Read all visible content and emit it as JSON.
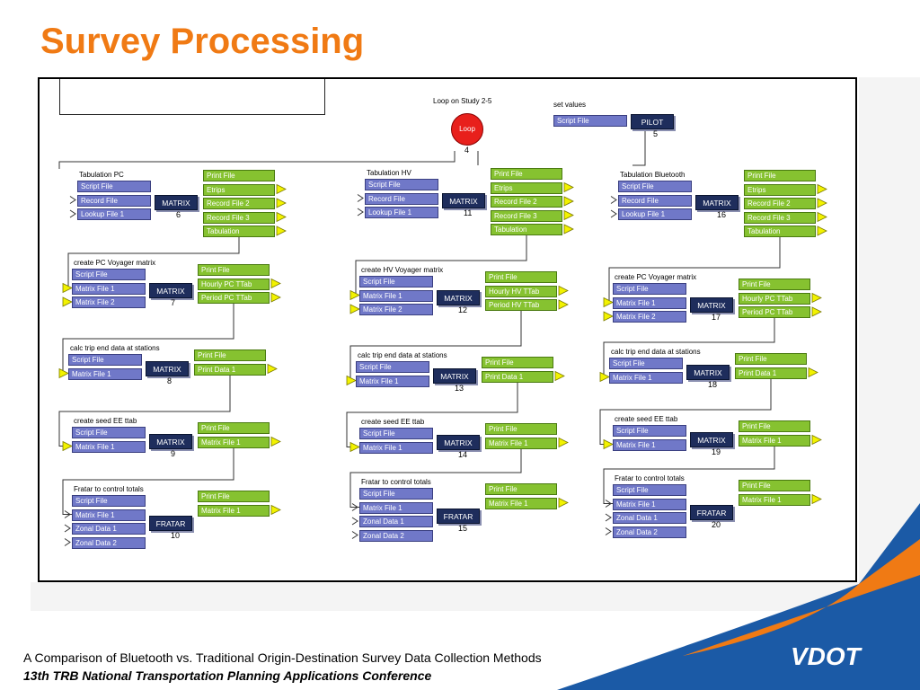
{
  "title": "Survey Processing",
  "footer": {
    "line1": "A Comparison of Bluetooth vs. Traditional Origin-Destination Survey Data Collection Methods",
    "line2": "13th TRB National Transportation Planning Applications Conference"
  },
  "logo": "VDOT",
  "colors": {
    "title": "#f07a14",
    "input_box": "#7078c8",
    "output_box": "#86c230",
    "program_box": "#1e2d5c",
    "loop": "#e8201c",
    "logo_blue": "#1b5aa6"
  },
  "loop": {
    "caption": "Loop on Study 2-5",
    "label": "Loop",
    "number": "4"
  },
  "set_values": {
    "caption": "set values",
    "input": "Script File",
    "program": "PILOT",
    "number": "5"
  },
  "columns": [
    [
      {
        "caption": "Tabulation PC",
        "inputs": [
          "Script File",
          "Record File",
          "Lookup File 1"
        ],
        "program": "MATRIX",
        "number": "6",
        "outputs": [
          "Print File",
          "Etrips",
          "Record File 2",
          "Record File 3",
          "Tabulation"
        ]
      },
      {
        "caption": "create PC Voyager matrix",
        "inputs": [
          "Script File",
          "Matrix File 1",
          "Matrix File 2"
        ],
        "program": "MATRIX",
        "number": "7",
        "outputs": [
          "Print File",
          "Hourly PC TTab",
          "Period PC TTab"
        ]
      },
      {
        "caption": "calc trip end data at stations",
        "inputs": [
          "Script File",
          "Matrix File 1"
        ],
        "program": "MATRIX",
        "number": "8",
        "outputs": [
          "Print File",
          "Print Data 1"
        ]
      },
      {
        "caption": "create seed EE ttab",
        "inputs": [
          "Script File",
          "Matrix File 1"
        ],
        "program": "MATRIX",
        "number": "9",
        "outputs": [
          "Print File",
          "Matrix File 1"
        ]
      },
      {
        "caption": "Fratar to control totals",
        "inputs": [
          "Script File",
          "Matrix File 1",
          "Zonal Data 1",
          "Zonal Data 2"
        ],
        "program": "FRATAR",
        "number": "10",
        "outputs": [
          "Print File",
          "Matrix File 1"
        ]
      }
    ],
    [
      {
        "caption": "Tabulation HV",
        "inputs": [
          "Script File",
          "Record File",
          "Lookup File 1"
        ],
        "program": "MATRIX",
        "number": "11",
        "outputs": [
          "Print File",
          "Etrips",
          "Record File 2",
          "Record File 3",
          "Tabulation"
        ]
      },
      {
        "caption": "create HV Voyager matrix",
        "inputs": [
          "Script File",
          "Matrix File 1",
          "Matrix File 2"
        ],
        "program": "MATRIX",
        "number": "12",
        "outputs": [
          "Print File",
          "Hourly HV TTab",
          "Period HV TTab"
        ]
      },
      {
        "caption": "calc trip end data at stations",
        "inputs": [
          "Script File",
          "Matrix File 1"
        ],
        "program": "MATRIX",
        "number": "13",
        "outputs": [
          "Print File",
          "Print Data 1"
        ]
      },
      {
        "caption": "create seed EE ttab",
        "inputs": [
          "Script File",
          "Matrix File 1"
        ],
        "program": "MATRIX",
        "number": "14",
        "outputs": [
          "Print File",
          "Matrix File 1"
        ]
      },
      {
        "caption": "Fratar to control totals",
        "inputs": [
          "Script File",
          "Matrix File 1",
          "Zonal Data 1",
          "Zonal Data 2"
        ],
        "program": "FRATAR",
        "number": "15",
        "outputs": [
          "Print File",
          "Matrix File 1"
        ]
      }
    ],
    [
      {
        "caption": "Tabulation Bluetooth",
        "inputs": [
          "Script File",
          "Record File",
          "Lookup File 1"
        ],
        "program": "MATRIX",
        "number": "16",
        "outputs": [
          "Print File",
          "Etrips",
          "Record File 2",
          "Record File 3",
          "Tabulation"
        ]
      },
      {
        "caption": "create PC Voyager matrix",
        "inputs": [
          "Script File",
          "Matrix File 1",
          "Matrix File 2"
        ],
        "program": "MATRIX",
        "number": "17",
        "outputs": [
          "Print File",
          "Hourly PC TTab",
          "Period PC TTab"
        ]
      },
      {
        "caption": "calc trip end data at stations",
        "inputs": [
          "Script File",
          "Matrix File 1"
        ],
        "program": "MATRIX",
        "number": "18",
        "outputs": [
          "Print File",
          "Print Data 1"
        ]
      },
      {
        "caption": "create seed EE ttab",
        "inputs": [
          "Script File",
          "Matrix File 1"
        ],
        "program": "MATRIX",
        "number": "19",
        "outputs": [
          "Print File",
          "Matrix File 1"
        ]
      },
      {
        "caption": "Fratar to control totals",
        "inputs": [
          "Script File",
          "Matrix File 1",
          "Zonal Data 1",
          "Zonal Data 2"
        ],
        "program": "FRATAR",
        "number": "20",
        "outputs": [
          "Print File",
          "Matrix File 1"
        ]
      }
    ]
  ]
}
